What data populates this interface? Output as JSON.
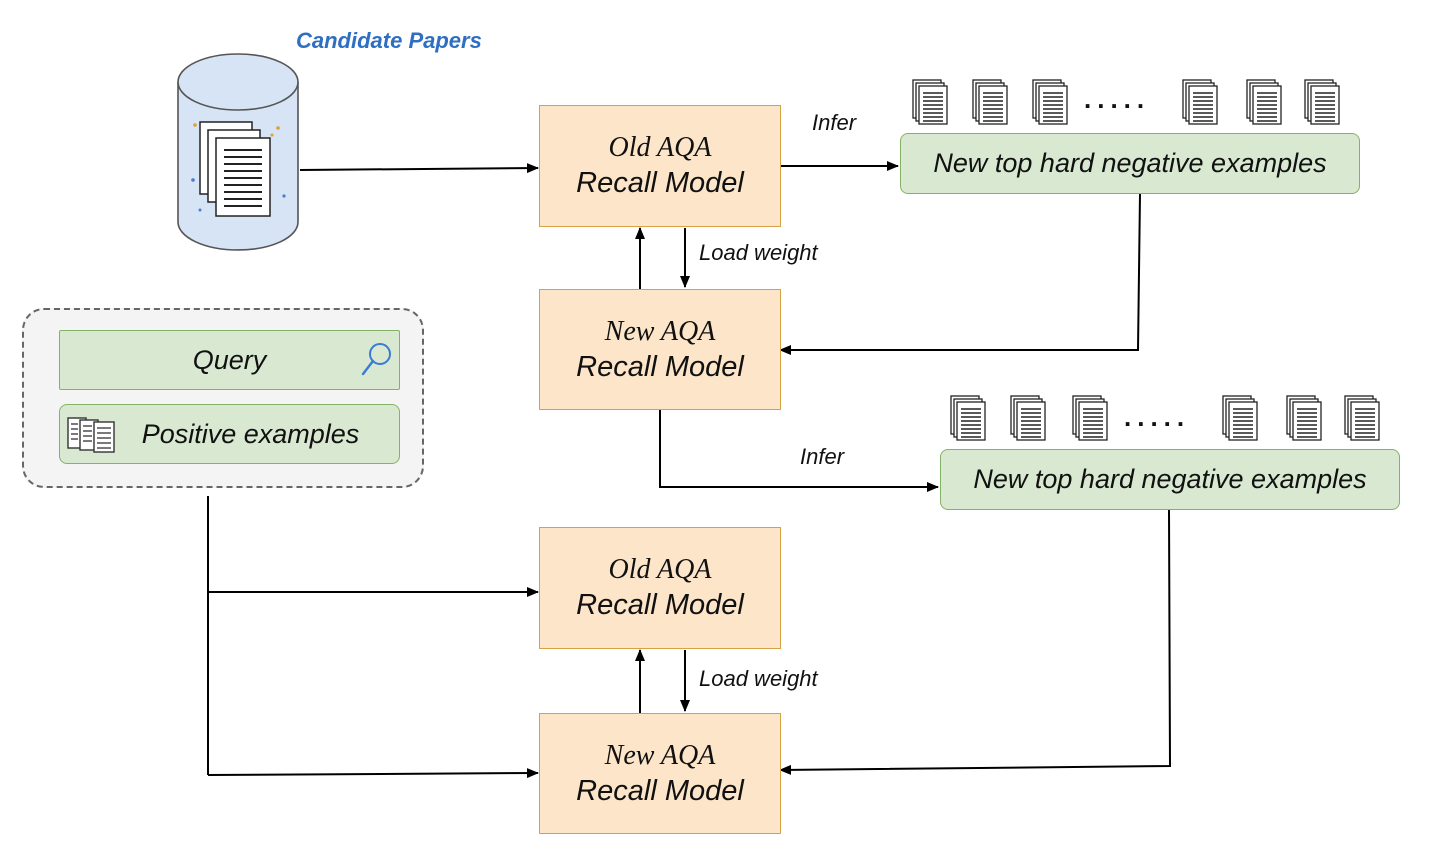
{
  "candidate_papers_label": "Candidate Papers",
  "infer_label": "Infer",
  "load_weight_label": "Load weight",
  "old_model": {
    "line1": "Old AQA",
    "line2": "Recall Model"
  },
  "new_model": {
    "line1": "New AQA",
    "line2": "Recall Model"
  },
  "hard_negatives_label": "New top hard negative examples",
  "query_label": "Query",
  "positive_examples_label": "Positive examples",
  "ellipsis": ".....",
  "icons": {
    "database": "database-icon",
    "document_stack": "document-stack-icon",
    "search": "search-icon"
  },
  "colors": {
    "model_fill": "#fce5c8",
    "model_border": "#d6a247",
    "example_fill": "#d8e8d1",
    "example_border": "#85b366",
    "database_fill": "#d7e4f5",
    "title_blue": "#2f6fc2"
  }
}
